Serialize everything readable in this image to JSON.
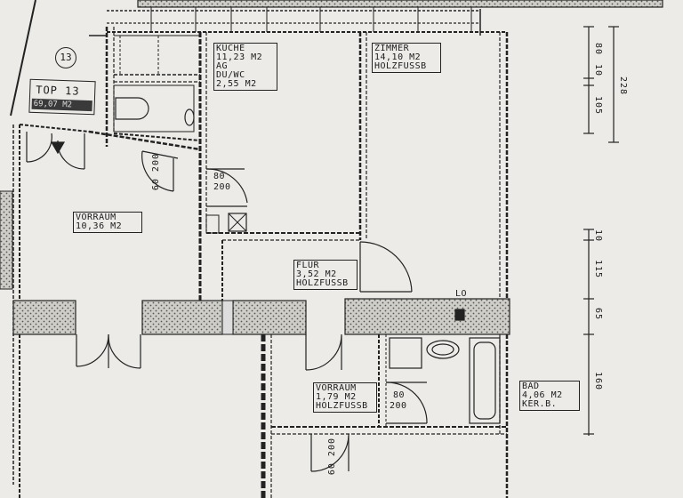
{
  "top_label": {
    "name": "TOP 13",
    "area": "69,07 M2",
    "marker": "13"
  },
  "rooms": {
    "kueche": {
      "name": "KÜCHE",
      "area": "11,23 M2",
      "code": "AG"
    },
    "du_wc": {
      "name": "DU/WC",
      "area": "2,55 M2"
    },
    "zimmer": {
      "name": "ZIMMER",
      "area": "14,10 M2",
      "floor": "HOLZFUSSB"
    },
    "vorraum_top": {
      "name": "VORRAUM",
      "area": "10,36 M2"
    },
    "flur": {
      "name": "FLUR",
      "area": "3,52 M2",
      "floor": "HOLZFUSSB"
    },
    "vorraum_bottom": {
      "name": "VORRAUM",
      "area": "1,79 M2",
      "floor": "HOLZFUSSB"
    },
    "bad": {
      "name": "BAD",
      "area": "4,06 M2",
      "floor": "KER.B."
    }
  },
  "door_labels": {
    "d80_200_top": {
      "width": "80",
      "height": "200"
    },
    "d80_200_bottom": {
      "width": "80",
      "height": "200"
    },
    "d60_200_top": "60 200",
    "d60_200_bottom": "60 200",
    "lo": "LO"
  },
  "dimensions": {
    "top_right": [
      "80",
      "10",
      "105"
    ],
    "top_right_total": "228",
    "mid_right": [
      "10",
      "115",
      "65"
    ],
    "low_right": "160"
  },
  "colors": {
    "paper": "#ecebe8",
    "line": "#1b1b1b"
  }
}
